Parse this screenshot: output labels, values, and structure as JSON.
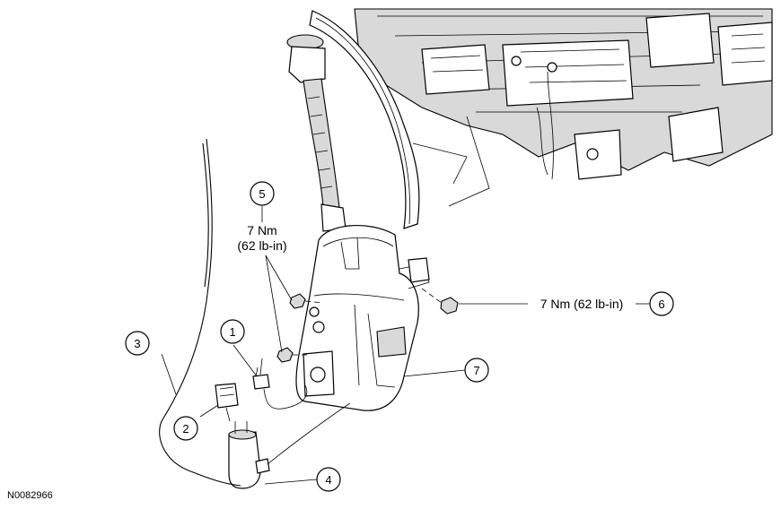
{
  "figure_id": "N0082966",
  "callouts": [
    {
      "num": "1"
    },
    {
      "num": "2"
    },
    {
      "num": "3"
    },
    {
      "num": "4"
    },
    {
      "num": "5"
    },
    {
      "num": "6"
    },
    {
      "num": "7"
    }
  ],
  "torque_5": {
    "line1": "7 Nm",
    "line2": "(62 lb-in)"
  },
  "torque_6": "7 Nm (62 lb-in)"
}
